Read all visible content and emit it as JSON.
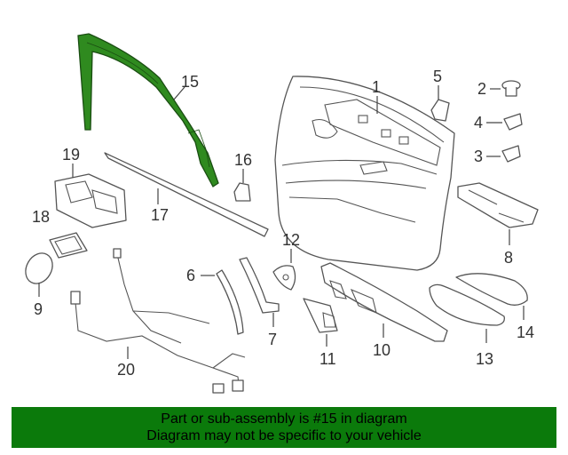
{
  "callouts": {
    "c1": "1",
    "c2": "2",
    "c3": "3",
    "c4": "4",
    "c5": "5",
    "c6": "6",
    "c7": "7",
    "c8": "8",
    "c9": "9",
    "c10": "10",
    "c11": "11",
    "c12": "12",
    "c13": "13",
    "c14": "14",
    "c15": "15",
    "c16": "16",
    "c17": "17",
    "c18": "18",
    "c19": "19",
    "c20": "20"
  },
  "highlight": {
    "part": "15",
    "color": "#2f8a1f"
  },
  "banner": {
    "line1": "Part or sub-assembly is #15 in diagram",
    "line2": "Diagram may not be specific to your vehicle",
    "background": "#0b7a0b"
  }
}
